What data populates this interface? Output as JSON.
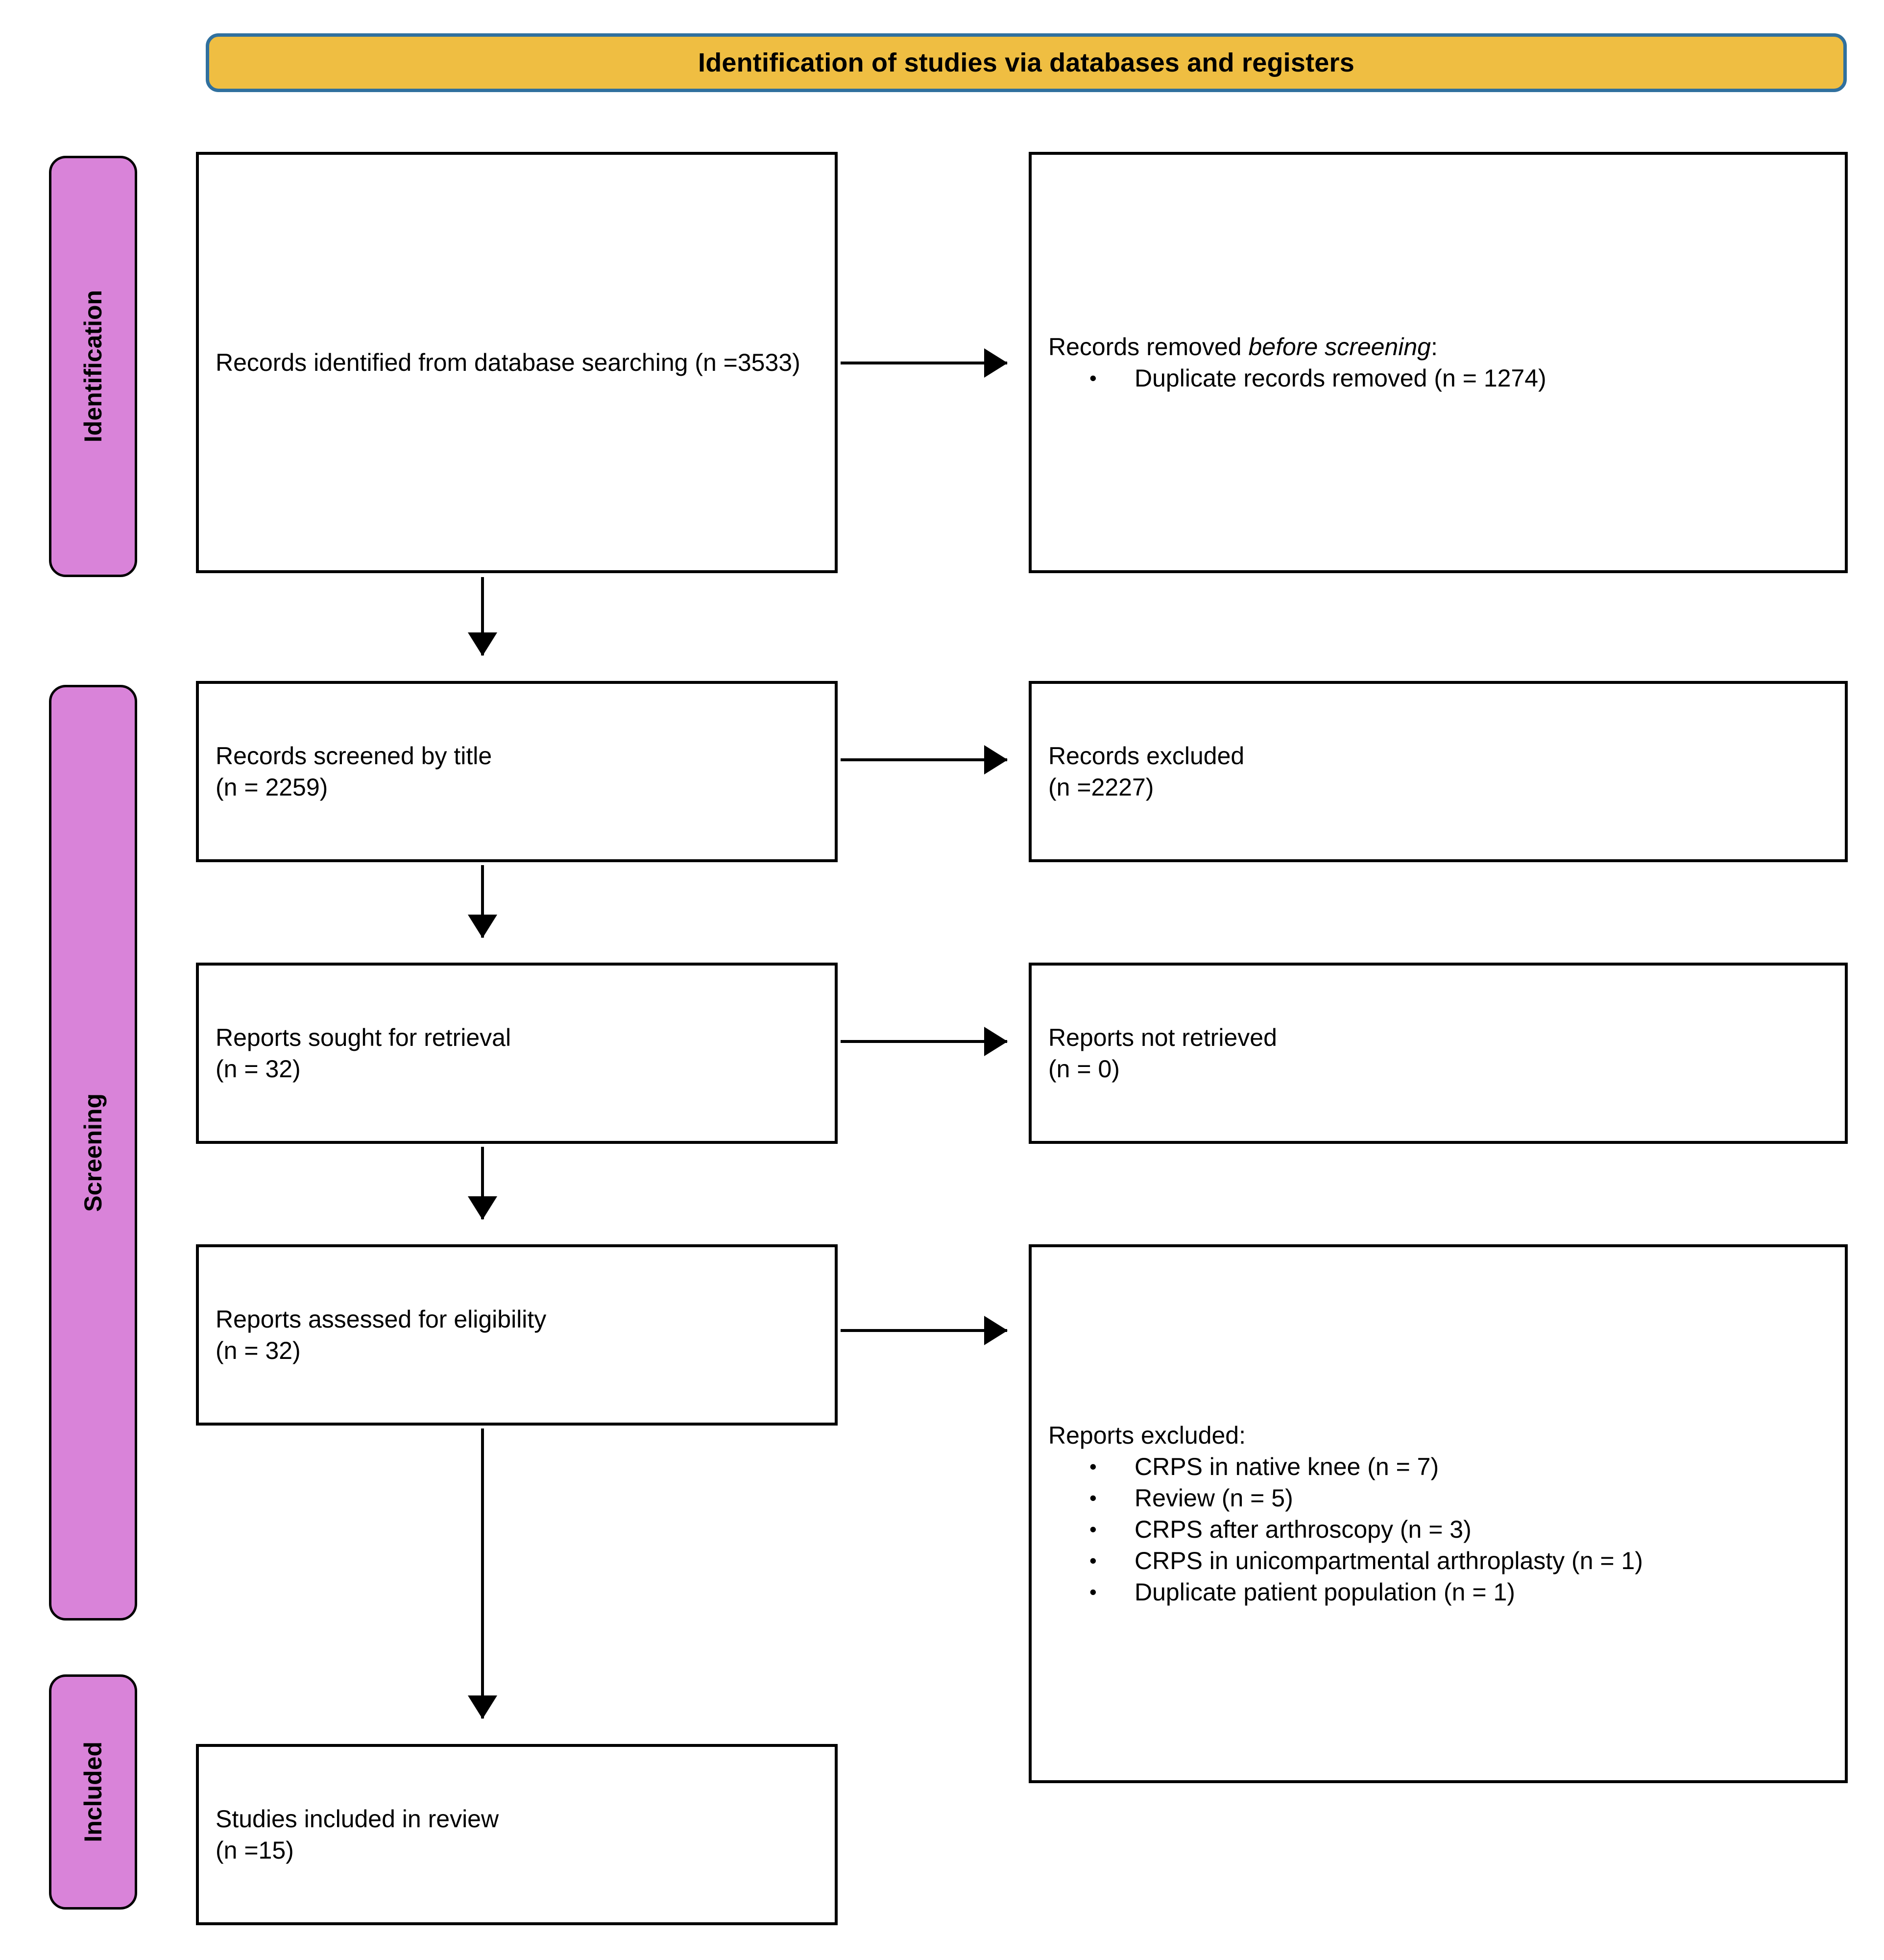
{
  "banner": {
    "title": "Identification of studies via databases and registers",
    "fill_color": "#efbe42",
    "border_color": "#30709e"
  },
  "phases": {
    "chip_fill_color": "#d983d9",
    "identification": "Identification",
    "screening": "Screening",
    "included": "Included"
  },
  "boxes": {
    "records_identified": "Records identified from database searching (n =3533)",
    "records_removed_title_prefix": "Records removed ",
    "records_removed_title_em": "before screening",
    "records_removed_title_suffix": ":",
    "records_removed_items": [
      "Duplicate records removed (n = 1274)"
    ],
    "records_screened": "Records screened by title\n(n = 2259)",
    "records_excluded": "Records excluded\n(n =2227)",
    "reports_sought": "Reports sought for retrieval\n(n = 32)",
    "reports_not_retrieved": "Reports not retrieved\n(n = 0)",
    "reports_assessed": "Reports assessed for eligibility\n(n = 32)",
    "reports_excluded_title": "Reports excluded:",
    "reports_excluded_items": [
      "CRPS in native knee (n = 7)",
      "Review (n = 5)",
      "CRPS after arthroscopy (n = 3)",
      "CRPS in unicompartmental arthroplasty (n = 1)",
      "Duplicate patient population (n = 1)"
    ],
    "studies_included": "Studies included in review\n(n =15)"
  }
}
